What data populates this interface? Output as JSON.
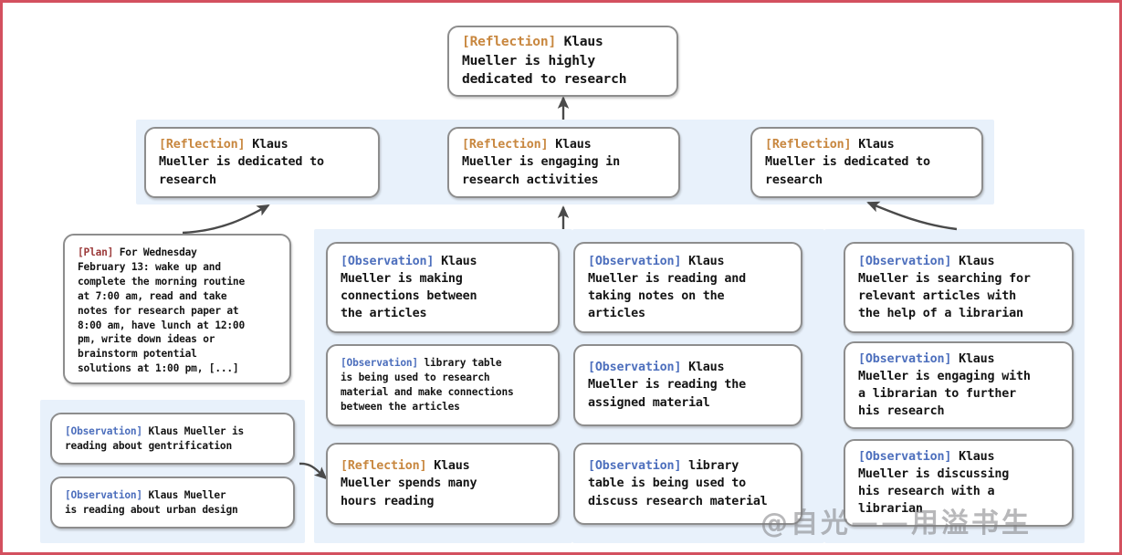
{
  "diagram": {
    "title": "Reflection tree for Klaus Mueller",
    "colors": {
      "panel_background": "#e8f1fb",
      "node_border": "#8d8d8d",
      "page_border": "#d3505f",
      "tag_reflection": "#c8873f",
      "tag_observation": "#4d6fbd",
      "tag_plan": "#9c3b3b",
      "arrow": "#4a4a4a"
    }
  },
  "root": {
    "tag": "[Reflection]",
    "text": " Klaus\nMueller is highly\ndedicated to research"
  },
  "reflections": [
    {
      "tag": "[Reflection]",
      "text": " Klaus\nMueller is dedicated to\nresearch"
    },
    {
      "tag": "[Reflection]",
      "text": " Klaus\nMueller is engaging in\nresearch activities"
    },
    {
      "tag": "[Reflection]",
      "text": " Klaus\nMueller is dedicated to\nresearch"
    }
  ],
  "plan": {
    "tag": "[Plan]",
    "text": " For Wednesday\nFebruary 13: wake up and\ncomplete the morning routine\nat 7:00 am, read and take\nnotes for research paper at\n8:00 am, have lunch at 12:00\npm, write down ideas or\nbrainstorm potential\nsolutions at 1:00 pm, [...]"
  },
  "bottom_left_observations": [
    {
      "tag": "[Observation]",
      "text": " Klaus Mueller is\nreading about gentrification"
    },
    {
      "tag": "[Observation]",
      "text": " Klaus Mueller\nis reading about urban design"
    }
  ],
  "column_left": [
    {
      "tag": "[Observation]",
      "text": " Klaus\nMueller is making\nconnections between\nthe articles"
    },
    {
      "tag": "[Observation]",
      "text": " library table\nis being used to research\nmaterial and make connections\nbetween the articles"
    },
    {
      "tag": "[Reflection]",
      "text": " Klaus\nMueller spends many\nhours reading"
    }
  ],
  "column_middle": [
    {
      "tag": "[Observation]",
      "text": " Klaus\nMueller is reading and\ntaking notes on the\narticles"
    },
    {
      "tag": "[Observation]",
      "text": " Klaus\nMueller is reading the\nassigned material"
    },
    {
      "tag": "[Observation]",
      "text": " library\ntable is being used to\ndiscuss research material"
    }
  ],
  "column_right": [
    {
      "tag": "[Observation]",
      "text": " Klaus\nMueller is searching for\nrelevant articles with\nthe help of a librarian"
    },
    {
      "tag": "[Observation]",
      "text": " Klaus\nMueller is engaging with\na librarian to further\nhis research"
    },
    {
      "tag": "[Observation]",
      "text": " Klaus\nMueller is discussing\nhis research with a\nlibrarian"
    }
  ],
  "watermark": {
    "text": "@自光——用溢书生"
  }
}
